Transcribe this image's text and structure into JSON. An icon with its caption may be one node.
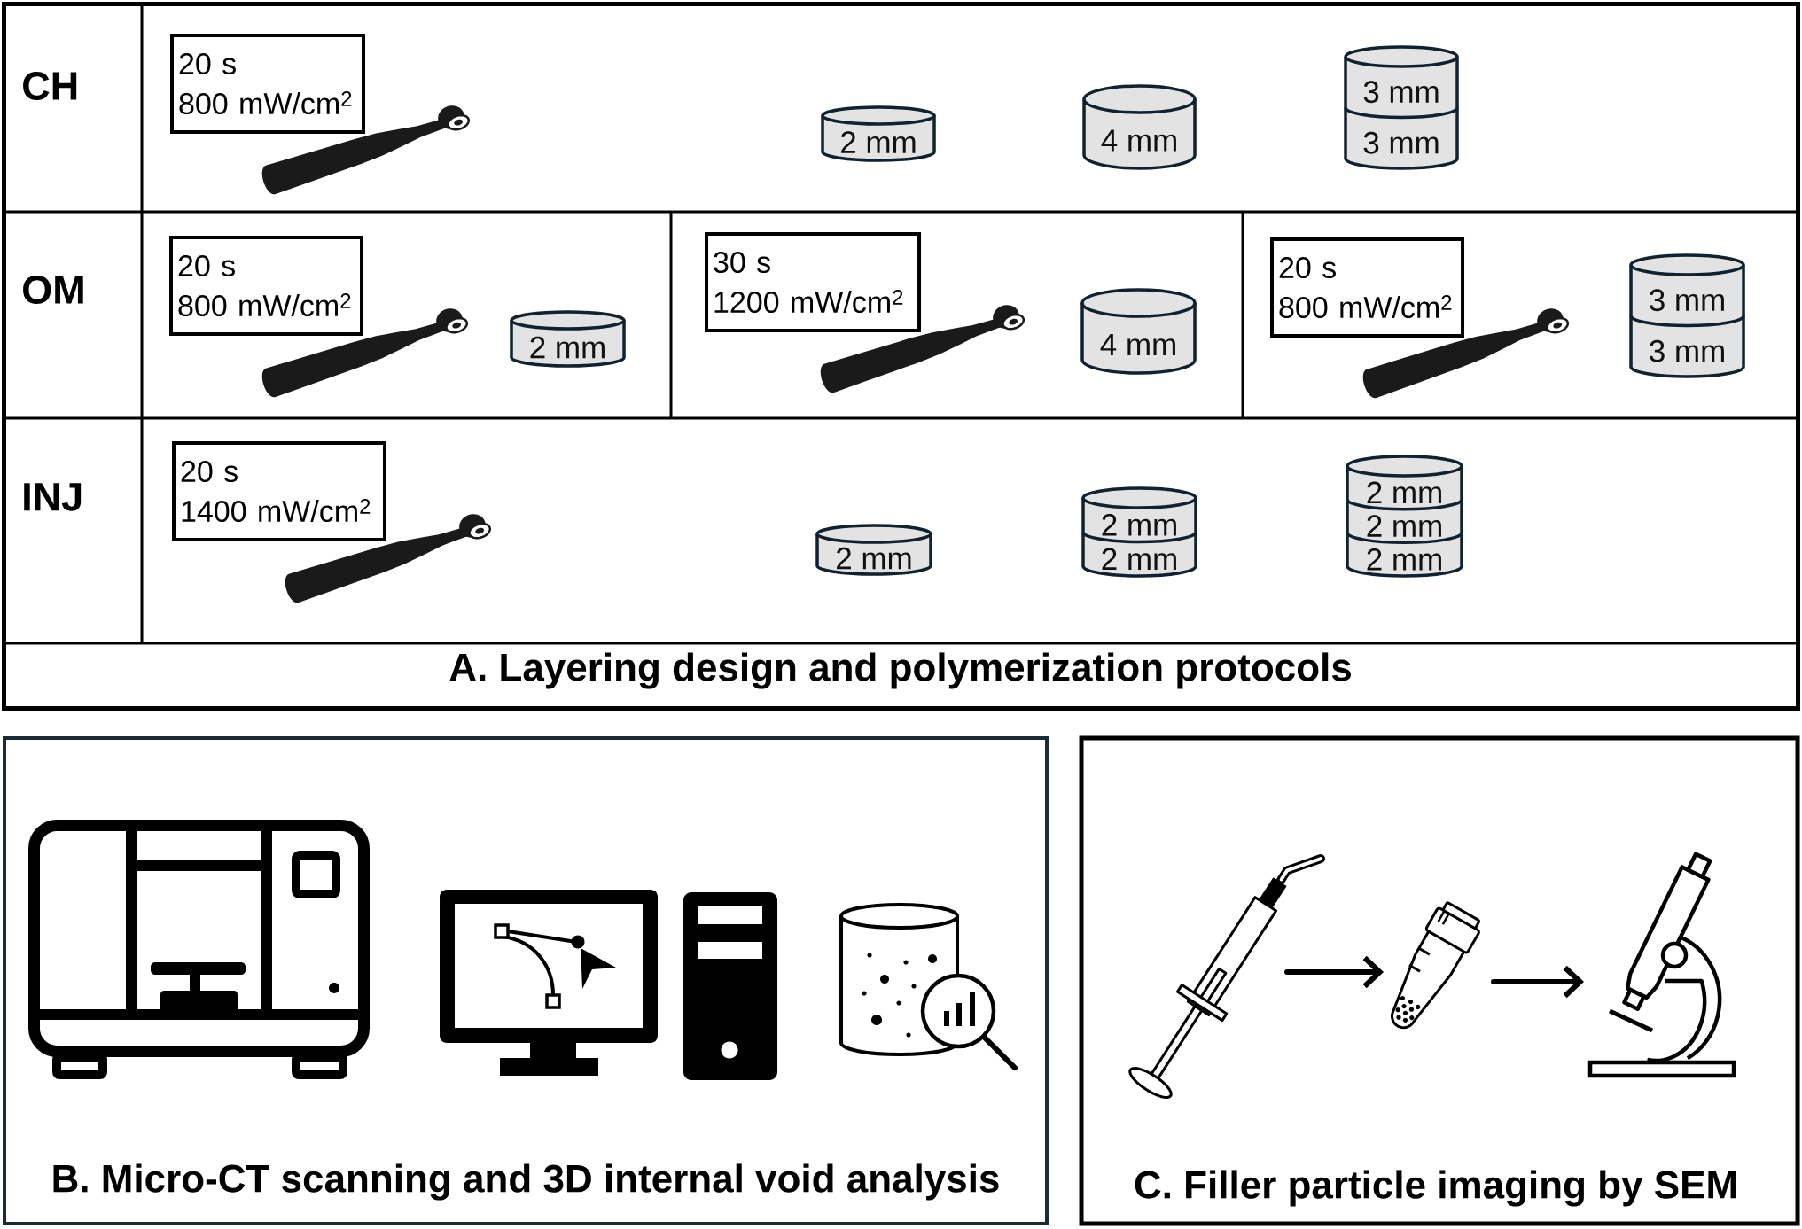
{
  "diagram": {
    "nodes": [
      {
        "text": [
          "A. Layering design and polymerization protocols"
        ]
      },
      {
        "text": [
          "20 s",
          "800 mW/cm$^{2}$"
        ],
        "in": 0
      },
      {
        "text": [
          "2 mm"
        ],
        "in": 0
      },
      {
        "text": [
          "4 mm"
        ],
        "in": 0
      },
      {
        "text": [
          "3 mm",
          "3 mm"
        ],
        "in": 0
      },
      {
        "text": [
          "20 s",
          "800 mW/cm$^{2}$"
        ],
        "in": 0
      },
      {
        "text": [
          "2 mm"
        ],
        "in": 0
      },
      {
        "text": [
          "30 s",
          "1200 mW/cm$^{2}$"
        ],
        "in": 0
      },
      {
        "text": [
          "4 mm"
        ],
        "in": 0
      },
      {
        "text": [
          "20 s",
          "800 mW/cm$^{2}$"
        ],
        "in": 0
      },
      {
        "text": [
          "3 mm",
          "3 mm"
        ],
        "in": 0
      },
      {
        "text": [
          "20 s",
          "1400 mW/cm$^{2}$"
        ],
        "in": 0
      },
      {
        "text": [
          "2 mm"
        ],
        "in": 0
      },
      {
        "text": [
          "2 mm",
          "2 mm"
        ],
        "in": 0
      },
      {
        "text": [
          "2 mm",
          "2 mm",
          "2 mm"
        ],
        "in": 0
      },
      {
        "text": [
          "B. Micro-CT scanning and 3D internal void analysis"
        ]
      },
      {
        "text": [
          "C. Filler particle imaging by SEM"
        ]
      },
      {
        "text": [],
        "shape": "picture",
        "in": 16
      },
      {
        "text": [],
        "shape": "picture",
        "in": 16
      },
      {
        "text": [],
        "shape": "picture",
        "in": 16
      }
    ],
    "edges": [
      {
        "from": 17,
        "to": 18,
        "arrow": "to"
      },
      {
        "from": 18,
        "to": 19,
        "arrow": "to"
      }
    ],
    "labels": [
      "CH",
      "OM",
      "INJ"
    ]
  }
}
